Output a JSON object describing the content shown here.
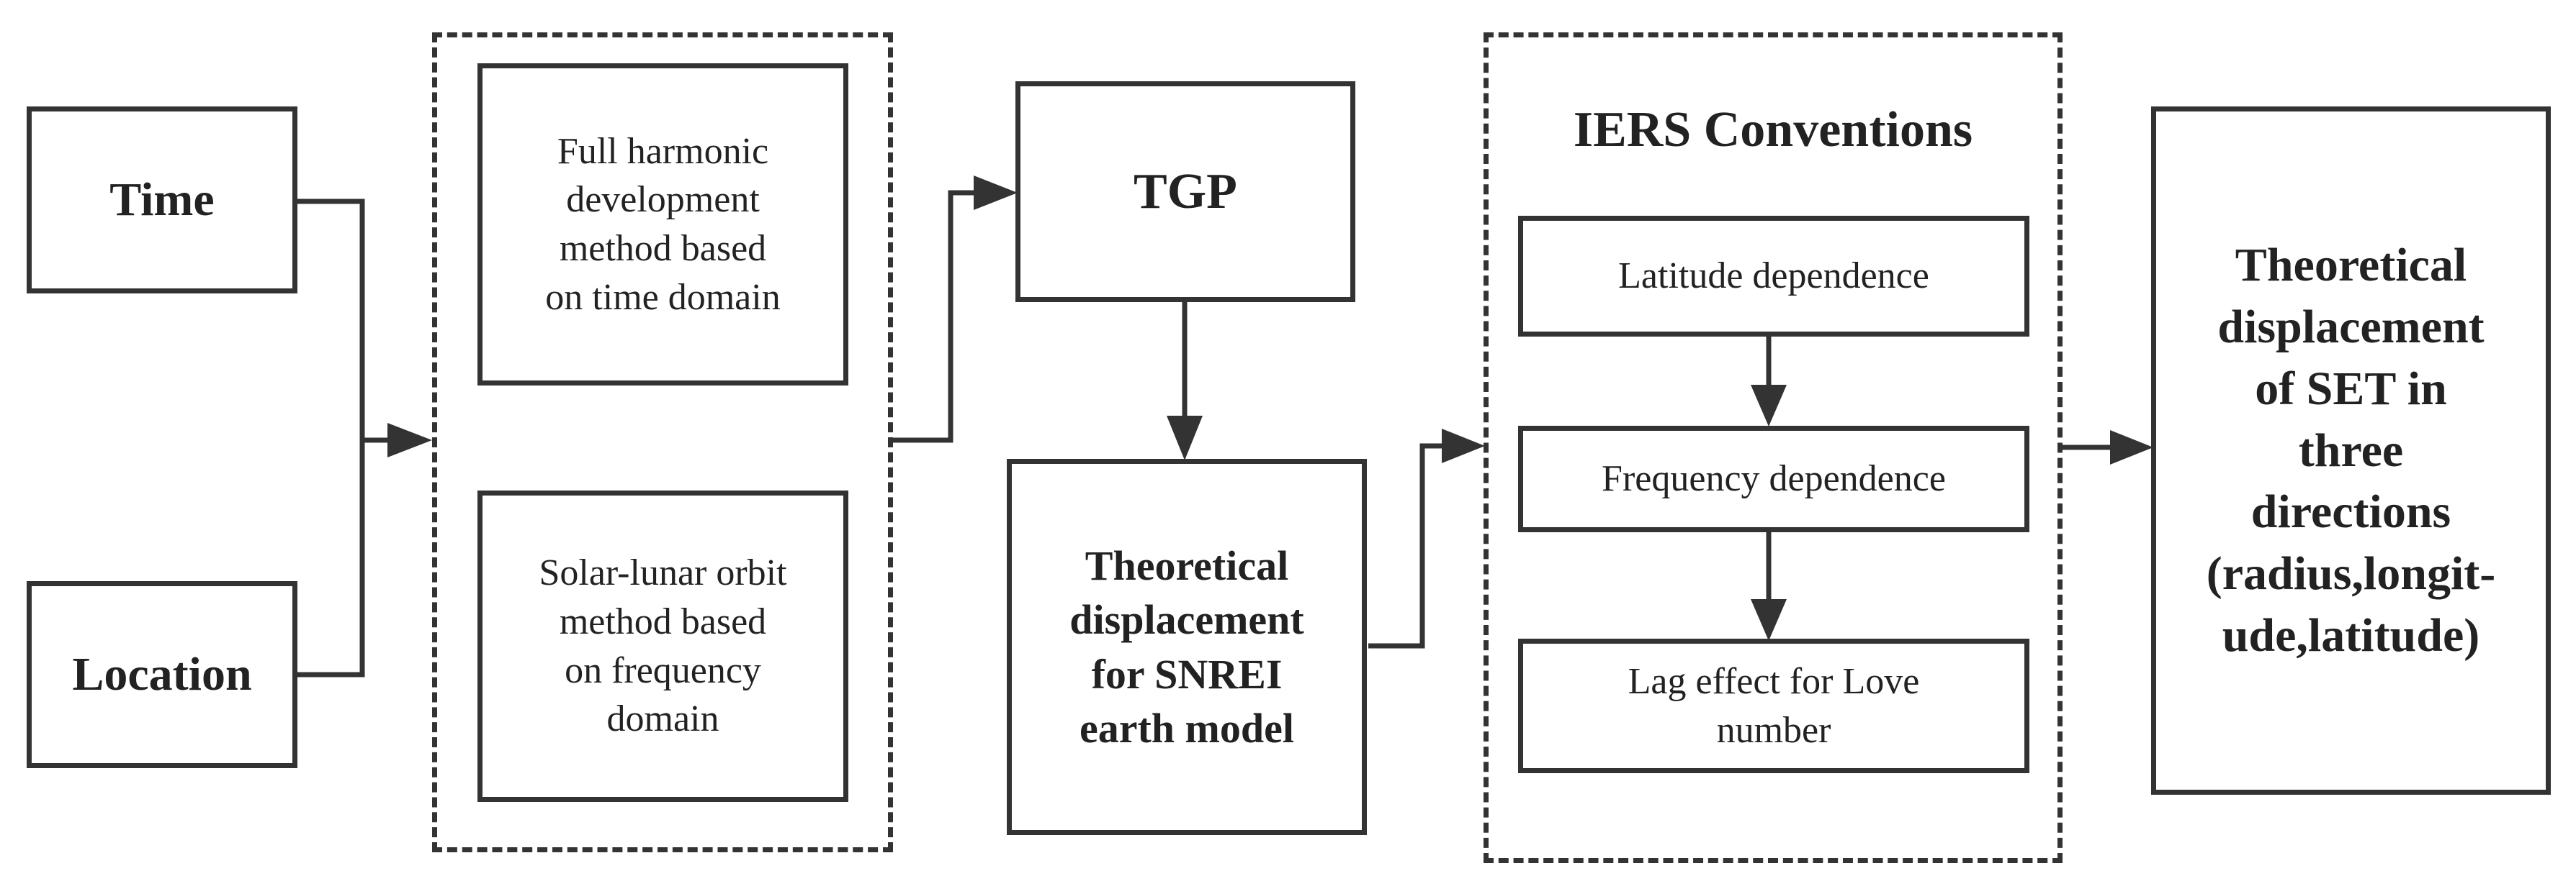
{
  "inputs": {
    "time": "Time",
    "location": "Location"
  },
  "methods": {
    "time_domain": "Full harmonic\ndevelopment\nmethod based\non time domain",
    "frequency_domain": "Solar-lunar orbit\nmethod based\non frequency\ndomain"
  },
  "tgp": "TGP",
  "snrei": "Theoretical\ndisplacement\nfor SNREI\nearth model",
  "iers": {
    "title": "IERS Conventions",
    "latitude": "Latitude dependence",
    "frequency": "Frequency dependence",
    "lag": "Lag effect for Love\nnumber"
  },
  "output": "Theoretical\ndisplacement\nof SET in\nthree\ndirections\n(radius,longit-\nude,latitude)",
  "colors": {
    "stroke": "#333333",
    "text": "#222222",
    "background": "#ffffff"
  }
}
